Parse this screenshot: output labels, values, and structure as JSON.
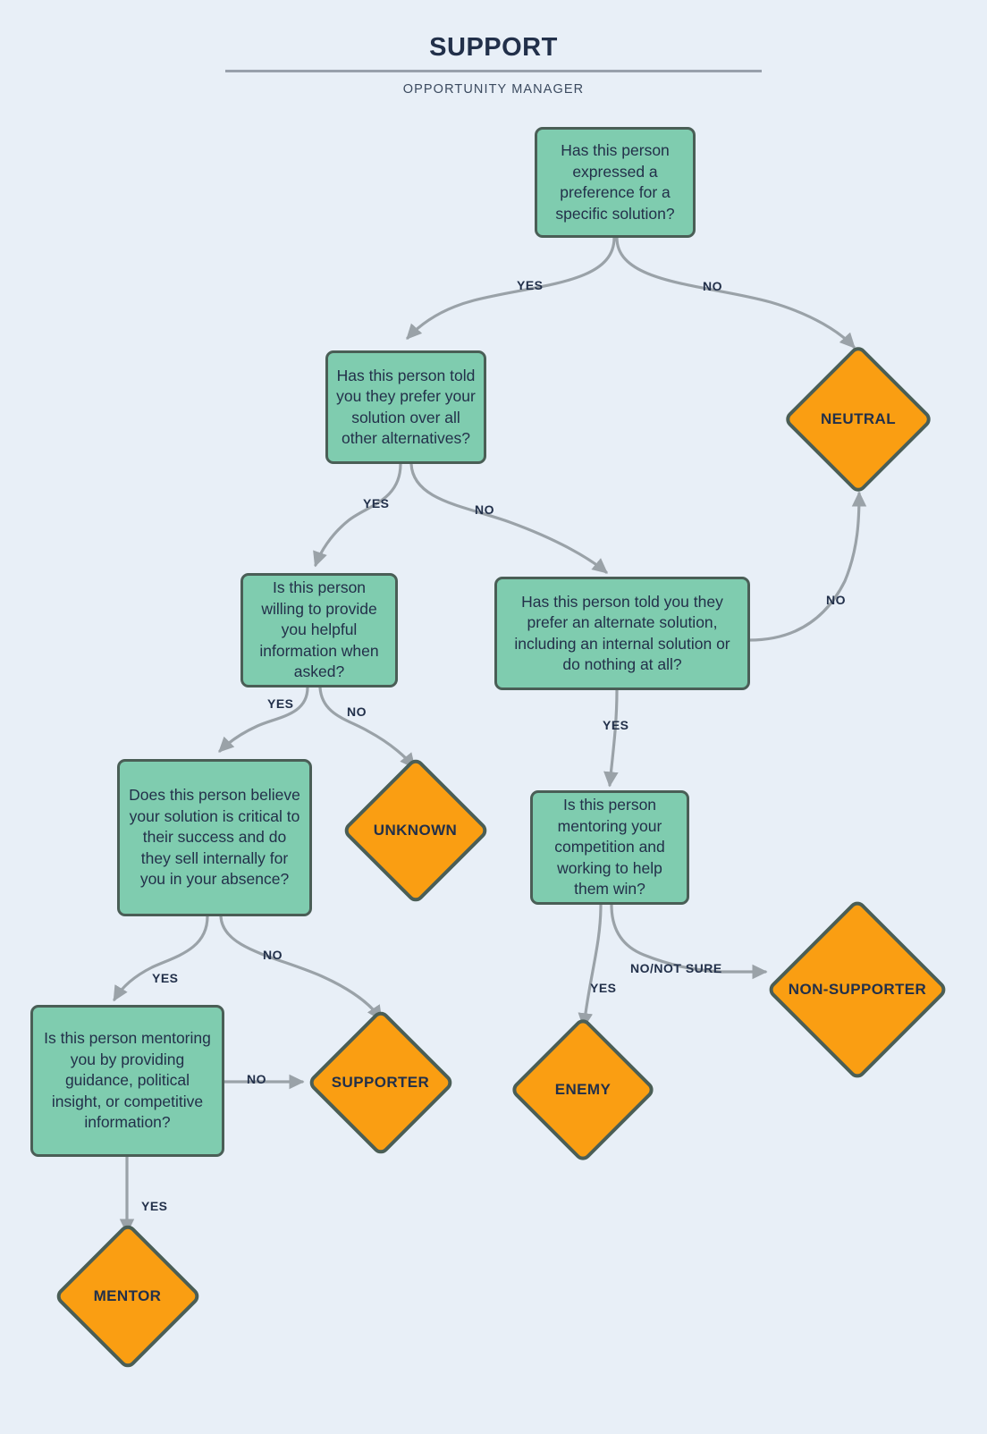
{
  "header": {
    "title": "SUPPORT",
    "subtitle": "OPPORTUNITY MANAGER"
  },
  "colors": {
    "background": "#e8eff7",
    "question_fill": "#7fccaf",
    "outcome_fill": "#fa9e12",
    "node_border": "#4a5e56",
    "edge_stroke": "#9aa2a8",
    "text": "#22304a",
    "rule": "#98a0ab"
  },
  "nodes": {
    "q1": "Has this person expressed a preference for a specific solution?",
    "q2": "Has this person told you they prefer your solution over all other alternatives?",
    "q3": "Is this person willing to provide you helpful information when asked?",
    "q4": "Has this person told you they prefer an alternate solution, including an internal solution or do nothing at all?",
    "q5": "Does this person believe your solution is critical to their success and do they sell internally for you in your absence?",
    "q6": "Is this person mentoring your competition and working to help them win?",
    "q7": "Is this person mentoring you by providing guidance, political insight, or competitive information?",
    "neutral": "NEUTRAL",
    "unknown": "UNKNOWN",
    "supporter": "SUPPORTER",
    "non_supporter": "NON-SUPPORTER",
    "enemy": "ENEMY",
    "mentor": "MENTOR"
  },
  "edge_labels": {
    "q1_yes": "YES",
    "q1_no": "NO",
    "q2_yes": "YES",
    "q2_no": "NO",
    "q3_yes": "YES",
    "q3_no": "NO",
    "q4_no": "NO",
    "q4_yes": "YES",
    "q5_yes": "YES",
    "q5_no": "NO",
    "q6_yes": "YES",
    "q6_no_not_sure": "NO/NOT SURE",
    "q7_no": "NO",
    "q7_yes": "YES"
  },
  "chart_data": {
    "type": "flowchart",
    "title": "SUPPORT",
    "subtitle": "OPPORTUNITY MANAGER",
    "node_types": {
      "question": "rounded-rectangle",
      "outcome": "diamond"
    },
    "edges": [
      {
        "from": "q1",
        "label": "YES",
        "to": "q2"
      },
      {
        "from": "q1",
        "label": "NO",
        "to": "neutral"
      },
      {
        "from": "q2",
        "label": "YES",
        "to": "q3"
      },
      {
        "from": "q2",
        "label": "NO",
        "to": "q4"
      },
      {
        "from": "q3",
        "label": "YES",
        "to": "q5"
      },
      {
        "from": "q3",
        "label": "NO",
        "to": "unknown"
      },
      {
        "from": "q4",
        "label": "NO",
        "to": "neutral"
      },
      {
        "from": "q4",
        "label": "YES",
        "to": "q6"
      },
      {
        "from": "q5",
        "label": "YES",
        "to": "q7"
      },
      {
        "from": "q5",
        "label": "NO",
        "to": "supporter"
      },
      {
        "from": "q6",
        "label": "YES",
        "to": "enemy"
      },
      {
        "from": "q6",
        "label": "NO/NOT SURE",
        "to": "non_supporter"
      },
      {
        "from": "q7",
        "label": "NO",
        "to": "supporter"
      },
      {
        "from": "q7",
        "label": "YES",
        "to": "mentor"
      }
    ]
  }
}
